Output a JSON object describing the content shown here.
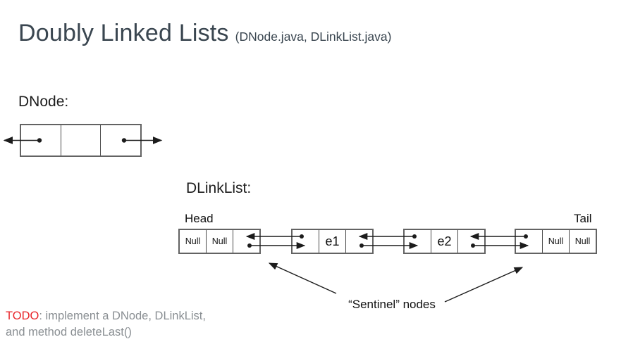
{
  "title": {
    "main": "Doubly Linked Lists",
    "suffix": "(DNode.java, DLinkList.java)"
  },
  "dnode": {
    "label": "DNode:"
  },
  "dlinklist": {
    "label": "DLinkList:",
    "head_label": "Head",
    "tail_label": "Tail",
    "nodes": [
      {
        "name": "head-sentinel",
        "cells": [
          "Null",
          "Null",
          ""
        ]
      },
      {
        "name": "element-1",
        "cells": [
          "",
          "e1",
          ""
        ]
      },
      {
        "name": "element-2",
        "cells": [
          "",
          "e2",
          ""
        ]
      },
      {
        "name": "tail-sentinel",
        "cells": [
          "",
          "Null",
          "Null"
        ]
      }
    ],
    "annotation": "“Sentinel” nodes"
  },
  "todo": {
    "prefix": "TODO",
    "line1_rest": ": implement a DNode, DLinkList,",
    "line2": "and method deleteLast()"
  },
  "colors": {
    "title_text": "#3a4650",
    "todo_red": "#e8252a",
    "todo_gray": "#8a8f93",
    "arrow": "#1c1c1c",
    "box_border": "#636363"
  }
}
